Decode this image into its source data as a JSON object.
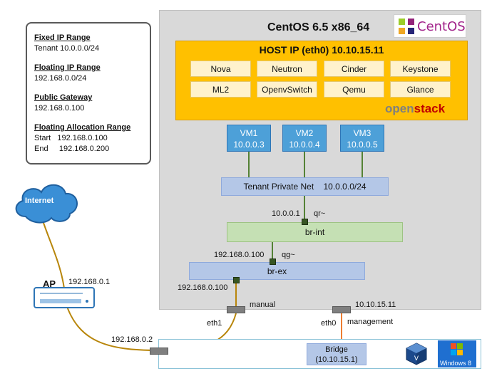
{
  "info": {
    "fixed_ip_title": "Fixed IP Range",
    "fixed_ip_value": "Tenant 10.0.0.0/24",
    "floating_ip_title": "Floating IP Range",
    "floating_ip_value": "192.168.0.0/24",
    "gateway_title": "Public Gateway",
    "gateway_value": "192.168.0.100",
    "alloc_title": "Floating Allocation Range",
    "alloc_start": "Start   192.168.0.100",
    "alloc_end": "End     192.168.0.200"
  },
  "host": {
    "os_title": "CentOS 6.5 x86_64",
    "centos_logo_text": "CentOS",
    "host_ip": "HOST IP (eth0) 10.10.15.11",
    "brand_part1": "open",
    "brand_part2": "stack",
    "services": [
      "Nova",
      "Neutron",
      "Cinder",
      "Keystone",
      "ML2",
      "OpenvSwitch",
      "Qemu",
      "Glance"
    ]
  },
  "vms": [
    {
      "name": "VM1",
      "ip": "10.0.0.3"
    },
    {
      "name": "VM2",
      "ip": "10.0.0.4"
    },
    {
      "name": "VM3",
      "ip": "10.0.0.5"
    }
  ],
  "networks": {
    "tenant_net": "Tenant Private Net    10.0.0.0/24",
    "br_int": "br-int",
    "br_ex": "br-ex"
  },
  "labels": {
    "qr_ip": "10.0.0.1",
    "qr": "qr~",
    "qg_ip": "192.168.0.100",
    "qg": "qg~",
    "brex_ip": "192.168.0.100",
    "manual": "manual",
    "eth1": "eth1",
    "eth0": "eth0",
    "management": "management",
    "eth0_ip": "10.10.15.11",
    "ap": "AP",
    "ap_ip": "192.168.0.1",
    "host_ip_bottom": "192.168.0.2",
    "internet": "Internet",
    "bridge_line1": "Bridge",
    "bridge_line2": "(10.10.15.1)",
    "windows": "Windows 8"
  },
  "colors": {
    "openstack_panel": "#ffc000",
    "vm": "#4da0d8",
    "tenant_net": "#b4c7e7",
    "br_int": "#c5e0b4",
    "link_gold": "#b8860b",
    "link_green": "#548235",
    "link_orange": "#ed7d31",
    "internet_cloud": "#3a8fd6"
  }
}
